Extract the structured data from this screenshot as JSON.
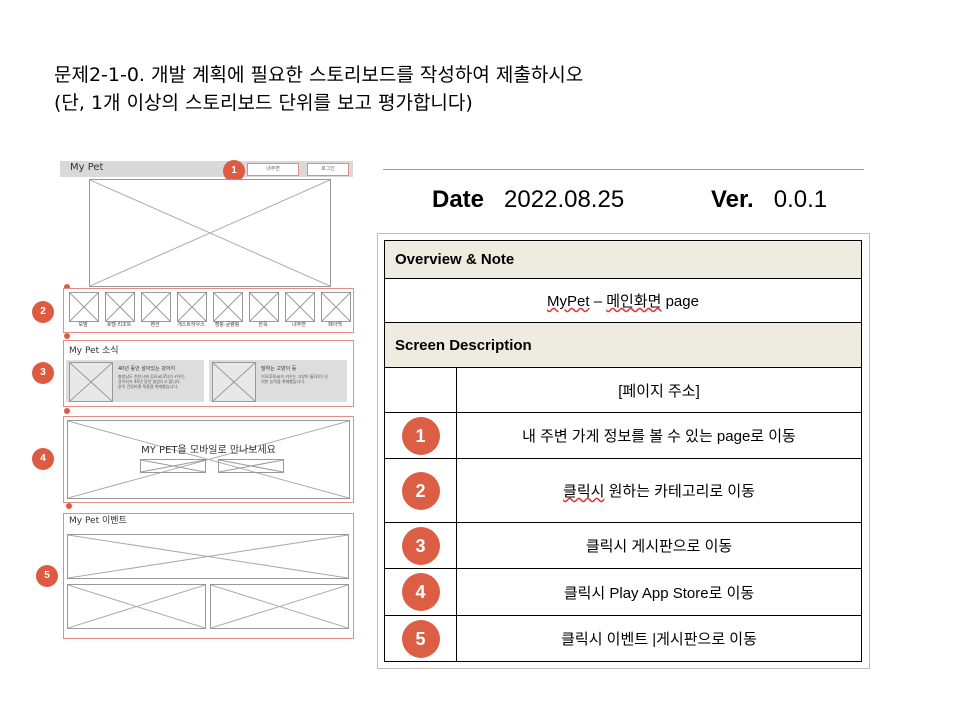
{
  "title": {
    "line1": "문제2-1-0. 개발 계획에 필요한 스토리보드를 작성하여 제출하시오",
    "line2": "(단, 1개 이상의 스토리보드 단위를 보고 평가합니다)"
  },
  "wireframe": {
    "logo": "My Pet",
    "search_label": "내주변",
    "login_label": "로그인",
    "markers": [
      "1",
      "2",
      "3",
      "4",
      "5"
    ],
    "categories": [
      "모델",
      "호텔·리조트",
      "펜션",
      "게스트하우스",
      "캠핑·글램핑",
      "한옥",
      "내주변",
      "페이백"
    ],
    "news": {
      "title": "My Pet 소식",
      "cards": [
        {
          "title": "40년 동안 살아있는 강아지",
          "body": [
            "충청남도 천안시에 김모씨(35)가 키우는",
            "강아지가 40년 동안 살았다고 합니다.",
            "같이 건강비결 특종을 취재했습니다."
          ]
        },
        {
          "title": "말하는 고양이 등",
          "body": [
            "이모(26)씨가 키우는 고양이 톰(2)이 신",
            "기한 능력을 취재했습니다."
          ]
        }
      ]
    },
    "app": {
      "title": "MY PET을 모바일로 만나보세요"
    },
    "event": {
      "title": "My Pet 이벤트"
    }
  },
  "meta": {
    "date_label": "Date",
    "date_value": "2022.08.25",
    "ver_label": "Ver.",
    "ver_value": "0.0.1"
  },
  "table": {
    "overview_header": "Overview & Note",
    "overview_text_a": "MyPet",
    "overview_text_b": " – ",
    "overview_text_c": "메인화면",
    "overview_text_d": " page",
    "screen_header": "Screen Description",
    "page_address": "[페이지 주소]",
    "rows": [
      {
        "num": "1",
        "desc": "내 주변 가게 정보를 볼 수 있는 page로 이동"
      },
      {
        "num": "2",
        "desc_a": "클릭시",
        "desc_b": " 원하는 카테고리로 이동"
      },
      {
        "num": "3",
        "desc": "클릭시 게시판으로 이동"
      },
      {
        "num": "4",
        "desc": "클릭시 Play App Store로 이동"
      },
      {
        "num": "5",
        "desc": "클릭시 이벤트 |게시판으로 이동"
      }
    ]
  },
  "colors": {
    "marker": "#de5b43",
    "header_bg": "#eeece1",
    "outline": "#e88a8a"
  }
}
